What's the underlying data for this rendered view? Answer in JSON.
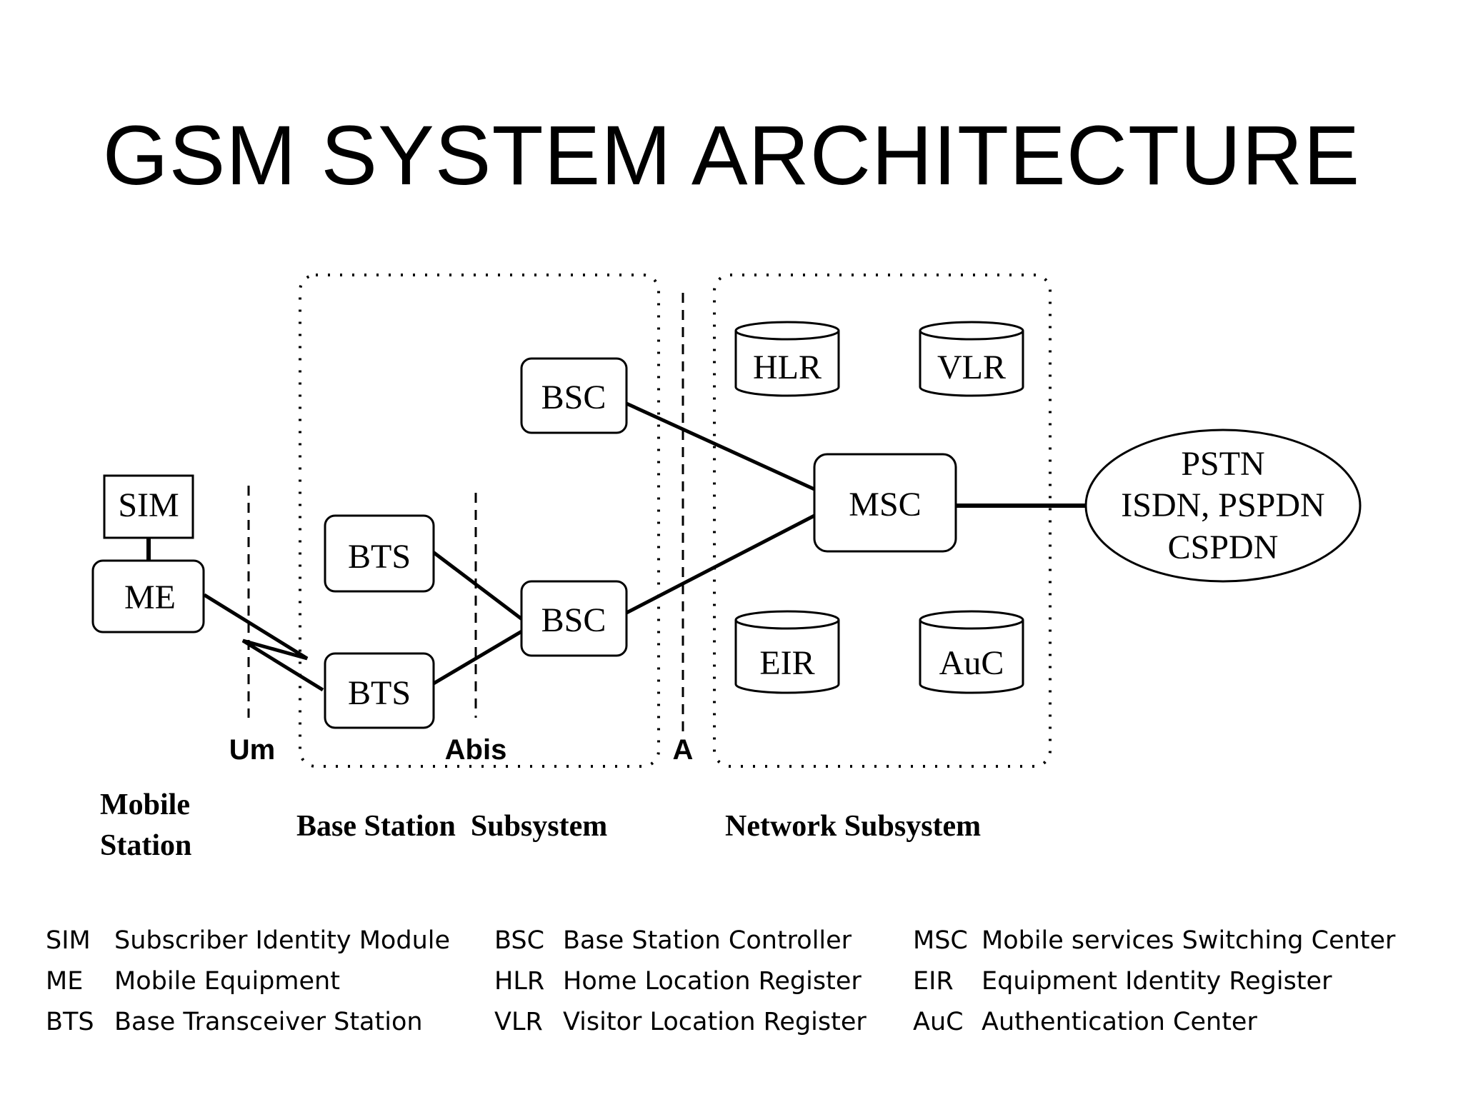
{
  "title": "GSM SYSTEM ARCHITECTURE",
  "nodes": {
    "sim": "SIM",
    "me": "ME",
    "bts_top": "BTS",
    "bts_bottom": "BTS",
    "bsc_top": "BSC",
    "bsc_bottom": "BSC",
    "msc": "MSC",
    "hlr": "HLR",
    "vlr": "VLR",
    "eir": "EIR",
    "auc": "AuC",
    "external": [
      "PSTN",
      "ISDN, PSPDN",
      "CSPDN"
    ]
  },
  "interfaces": {
    "um": "Um",
    "abis": "Abis",
    "a": "A"
  },
  "subsystems": {
    "mobile_station": [
      "Mobile",
      "Station"
    ],
    "base_station": "Base Station  Subsystem",
    "network": "Network Subsystem"
  },
  "legend": [
    [
      {
        "abbr": "SIM",
        "text": "Subscriber Identity Module"
      },
      {
        "abbr": "ME",
        "text": "Mobile Equipment"
      },
      {
        "abbr": "BTS",
        "text": "Base Transceiver Station"
      }
    ],
    [
      {
        "abbr": "BSC",
        "text": "Base Station Controller"
      },
      {
        "abbr": "HLR",
        "text": "Home Location Register"
      },
      {
        "abbr": "VLR",
        "text": "Visitor Location Register"
      }
    ],
    [
      {
        "abbr": "MSC",
        "text": "Mobile services Switching Center"
      },
      {
        "abbr": "EIR",
        "text": "Equipment Identity Register"
      },
      {
        "abbr": "AuC",
        "text": "Authentication Center"
      }
    ]
  ]
}
